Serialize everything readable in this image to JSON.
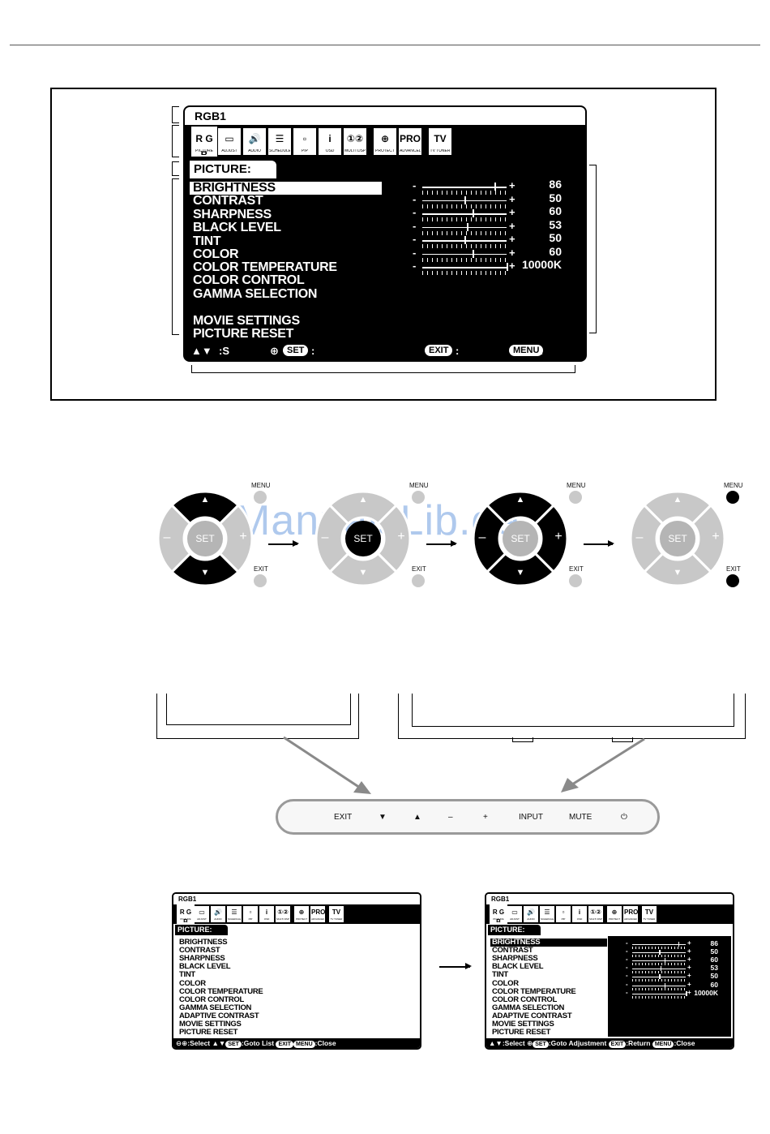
{
  "osd_main": {
    "title": "RGB1",
    "icons": [
      {
        "label": "PICTURE",
        "icon": "picture-icon",
        "glyph": "R G B"
      },
      {
        "label": "ADJUST",
        "icon": "adjust-icon",
        "glyph": "▭"
      },
      {
        "label": "AUDIO",
        "icon": "audio-icon",
        "glyph": "🔊"
      },
      {
        "label": "SCHEDULE",
        "icon": "schedule-icon",
        "glyph": "☰"
      },
      {
        "label": "PIP",
        "icon": "pip-icon",
        "glyph": "▫"
      },
      {
        "label": "OSD",
        "icon": "osd-icon",
        "glyph": "i"
      },
      {
        "label": "MULTI DSP",
        "icon": "multi-display-icon",
        "glyph": "①②"
      },
      {
        "label": "PROTECT",
        "icon": "protect-icon",
        "glyph": "⊕"
      },
      {
        "label": "ADVANCED",
        "icon": "advanced-icon",
        "glyph": "PRO"
      },
      {
        "label": "TV TUNER",
        "icon": "tv-tuner-icon",
        "glyph": "TV"
      }
    ],
    "section": "PICTURE:",
    "items": [
      "BRIGHTNESS",
      "CONTRAST",
      "SHARPNESS",
      "BLACK LEVEL",
      "TINT",
      "COLOR",
      "COLOR TEMPERATURE",
      "COLOR CONTROL",
      "GAMMA SELECTION",
      "MOVIE SETTINGS",
      "PICTURE RESET"
    ],
    "values": [
      "86",
      "50",
      "60",
      "53",
      "50",
      "60",
      "10000K"
    ],
    "slider_levels": [
      0.86,
      0.5,
      0.6,
      0.53,
      0.5,
      0.6,
      1.0
    ],
    "footer": {
      "nav": ":S",
      "set_label": "SET",
      "exit_label": "EXIT",
      "menu_label": "MENU",
      "sep": ":"
    }
  },
  "joypad": {
    "menu_label": "MENU",
    "exit_label": "EXIT",
    "set_label": "SET",
    "minus": "–",
    "plus": "+",
    "watermark": "ManualsLib.de"
  },
  "controls": {
    "labels": [
      "EXIT",
      "▼",
      "▲",
      "–",
      "+",
      "INPUT",
      "MUTE",
      "⏻"
    ]
  },
  "osd_small": {
    "title": "RGB1",
    "section": "PICTURE:",
    "items": [
      "BRIGHTNESS",
      "CONTRAST",
      "SHARPNESS",
      "BLACK LEVEL",
      "TINT",
      "COLOR",
      "COLOR TEMPERATURE",
      "COLOR CONTROL",
      "GAMMA SELECTION",
      "ADAPTIVE CONTRAST",
      "MOVIE SETTINGS",
      "PICTURE RESET"
    ],
    "values": [
      "86",
      "50",
      "60",
      "53",
      "50",
      "60",
      "10000K"
    ],
    "footer_left": ":Select  ",
    "footer_left_b": ":Goto List  ",
    "footer_left_c": ":Close",
    "footer_right_a": ":Select  ",
    "footer_right_b": ":Goto Adjustment  ",
    "footer_right_c": ":Return  ",
    "footer_right_d": ":Close",
    "set_label": "SET",
    "exit_label": "EXIT",
    "menu_label": "MENU"
  }
}
